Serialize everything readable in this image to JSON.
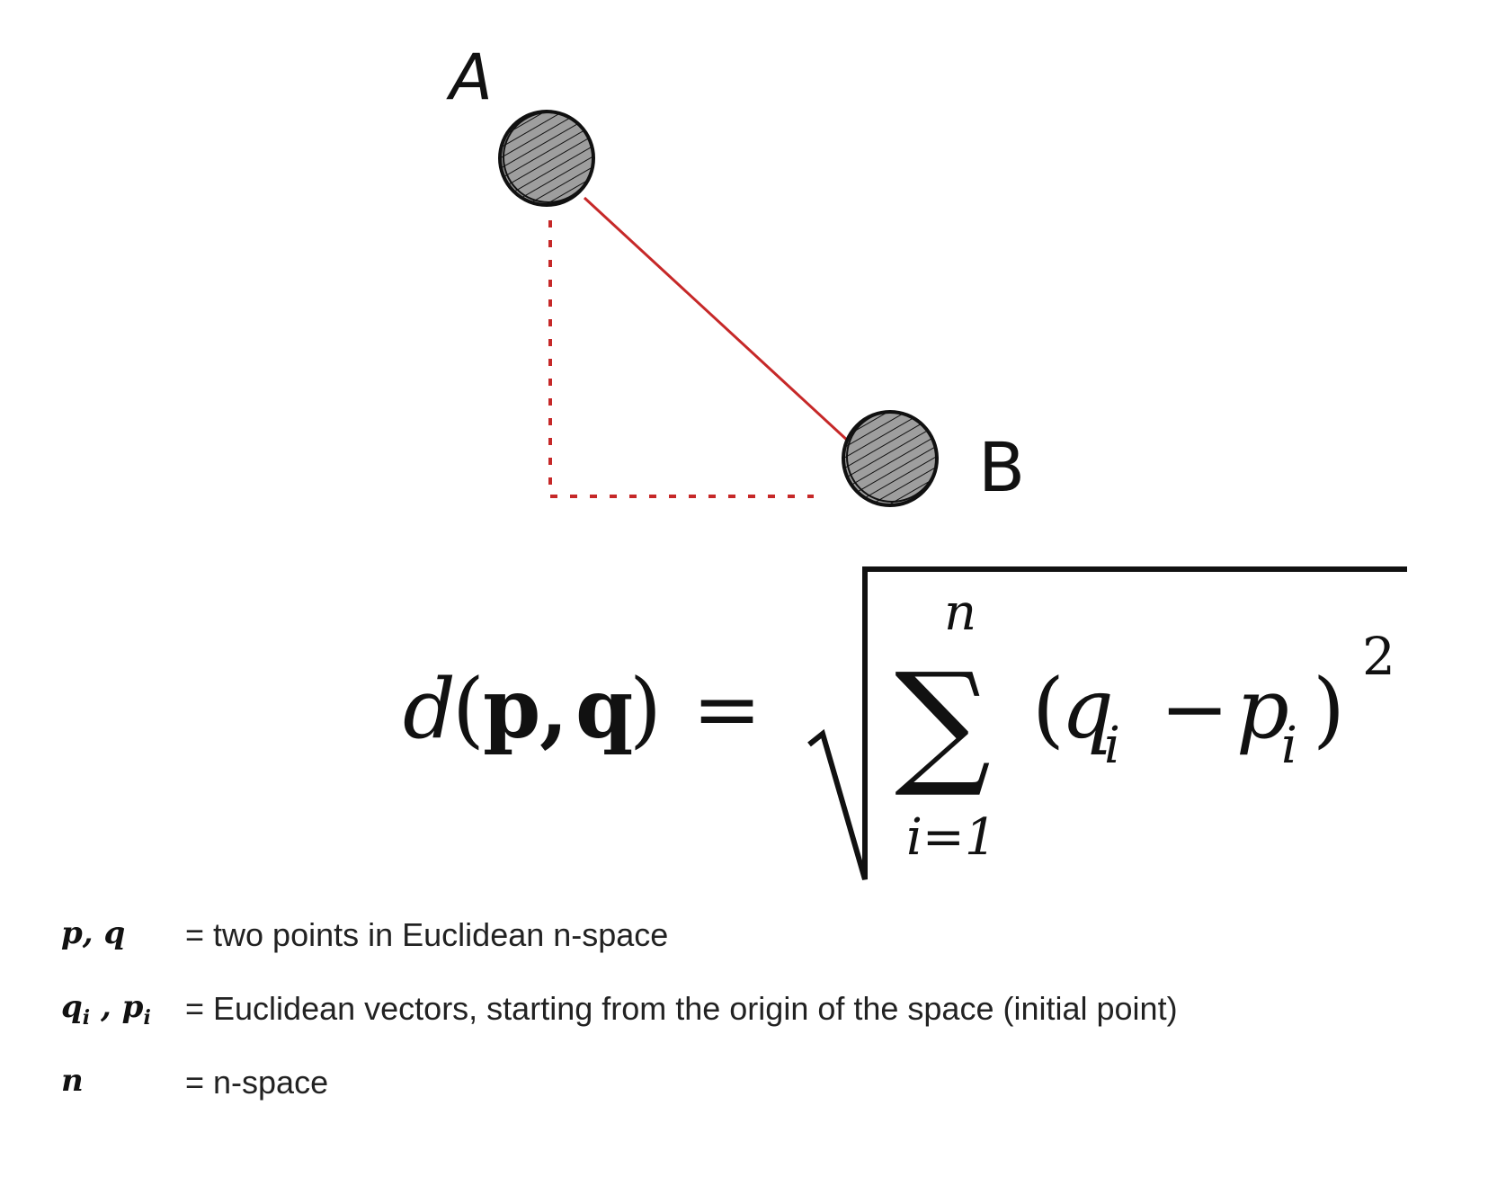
{
  "diagram": {
    "point_a_label": "A",
    "point_b_label": "B",
    "colors": {
      "line": "#c62828",
      "point_fill": "#9e9e9e",
      "outline": "#111111"
    }
  },
  "formula": {
    "lhs_func": "d",
    "lhs_open": "(",
    "lhs_p": "p",
    "lhs_comma": ",",
    "lhs_q": "q",
    "lhs_close": ")",
    "equals": "=",
    "sum_upper": "n",
    "sum_lower": "i=1",
    "sum_symbol": "∑",
    "term_open": "(",
    "term_q": "q",
    "term_q_sub": "i",
    "term_minus": "−",
    "term_p": "p",
    "term_p_sub": "i",
    "term_close": ")",
    "exponent": "2"
  },
  "legend": [
    {
      "symbol": "p, q",
      "description": "= two points in Euclidean n-space"
    },
    {
      "symbol_main_1": "q",
      "symbol_sub_1": "i",
      "symbol_sep": " , ",
      "symbol_main_2": "p",
      "symbol_sub_2": "i",
      "description": "= Euclidean vectors, starting from the origin of the space (initial point)"
    },
    {
      "symbol": "n",
      "description": "= n-space"
    }
  ]
}
